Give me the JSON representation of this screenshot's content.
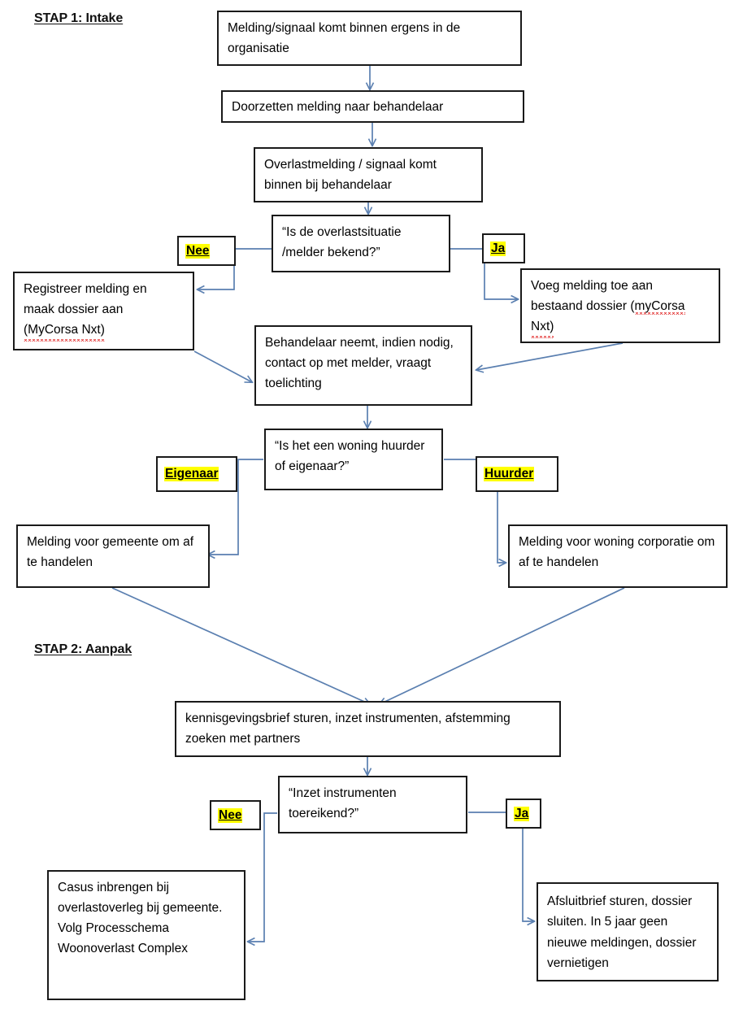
{
  "diagram": {
    "title_implicit": "Processchema woonoverlast",
    "background": "#ffffff",
    "box_border_color": "#1a1a1a",
    "connector_color": "#5a7fb0",
    "highlight_color": "#ffff00",
    "spellcheck_underline_color": "#e02020"
  },
  "headings": {
    "stap1": "STAP 1: Intake",
    "stap2": "STAP 2: Aanpak"
  },
  "nodes": {
    "intake_melding": "Melding/signaal komt binnen ergens in de organisatie",
    "doorzetten": "Doorzetten melding naar behandelaar",
    "overlastmelding": "Overlastmelding / signaal komt binnen bij behandelaar",
    "decision_bekend": "“Is de overlastsituatie /melder bekend?”",
    "registreer_line1": "Registreer melding en",
    "registreer_line2": "maak dossier aan",
    "registreer_line3": "(MyCorsa Nxt)",
    "voeg_toe_line1": "Voeg melding toe aan",
    "voeg_toe_line2a": "bestaand dossier (",
    "voeg_toe_line2b": "myCorsa",
    "voeg_toe_line3": "Nxt)",
    "behandelaar_contact": "Behandelaar neemt, indien nodig, contact op met melder, vraagt toelichting",
    "decision_woning": "“Is het een woning huurder of eigenaar?”",
    "gemeente": "Melding voor gemeente om af te handelen",
    "corporatie": "Melding voor woning corporatie om af te handelen",
    "kennisgeving": "kennisgevingsbrief sturen, inzet instrumenten, afstemming zoeken met partners",
    "decision_instrumenten": "“Inzet instrumenten toereikend?”",
    "casus_inbrengen": "Casus inbrengen bij overlastoverleg bij gemeente. Volg Processchema Woonoverlast Complex",
    "afsluitbrief": "Afsluitbrief sturen, dossier sluiten. In 5 jaar geen nieuwe meldingen, dossier vernietigen"
  },
  "branch_labels": {
    "bekend_nee": "Nee",
    "bekend_ja": "Ja",
    "woning_eigenaar": "Eigenaar",
    "woning_huurder": "Huurder",
    "instrumenten_nee": "Nee",
    "instrumenten_ja": "Ja"
  }
}
